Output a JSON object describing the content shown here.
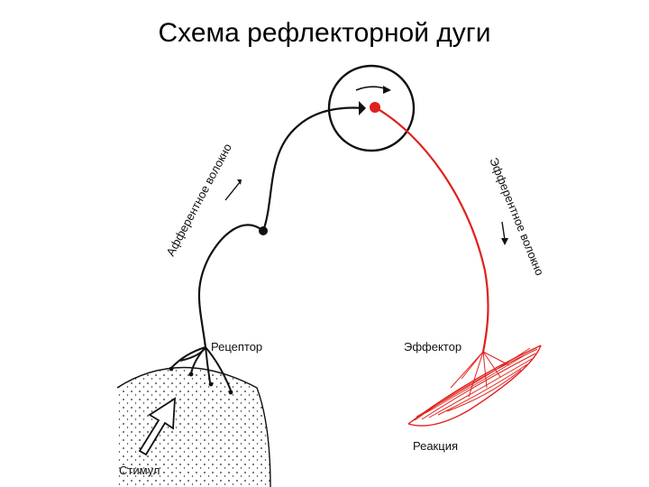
{
  "title": "Схема рефлекторной дуги",
  "labels": {
    "afferent_fiber": "Афферентное волокно",
    "efferent_fiber": "Эфферентное волокно",
    "receptor": "Рецептор",
    "effector": "Эффектор",
    "stimulus": "Стимул",
    "reaction": "Реакция"
  },
  "colors": {
    "afferent": "#111111",
    "efferent": "#e0201c",
    "background": "#ffffff"
  }
}
